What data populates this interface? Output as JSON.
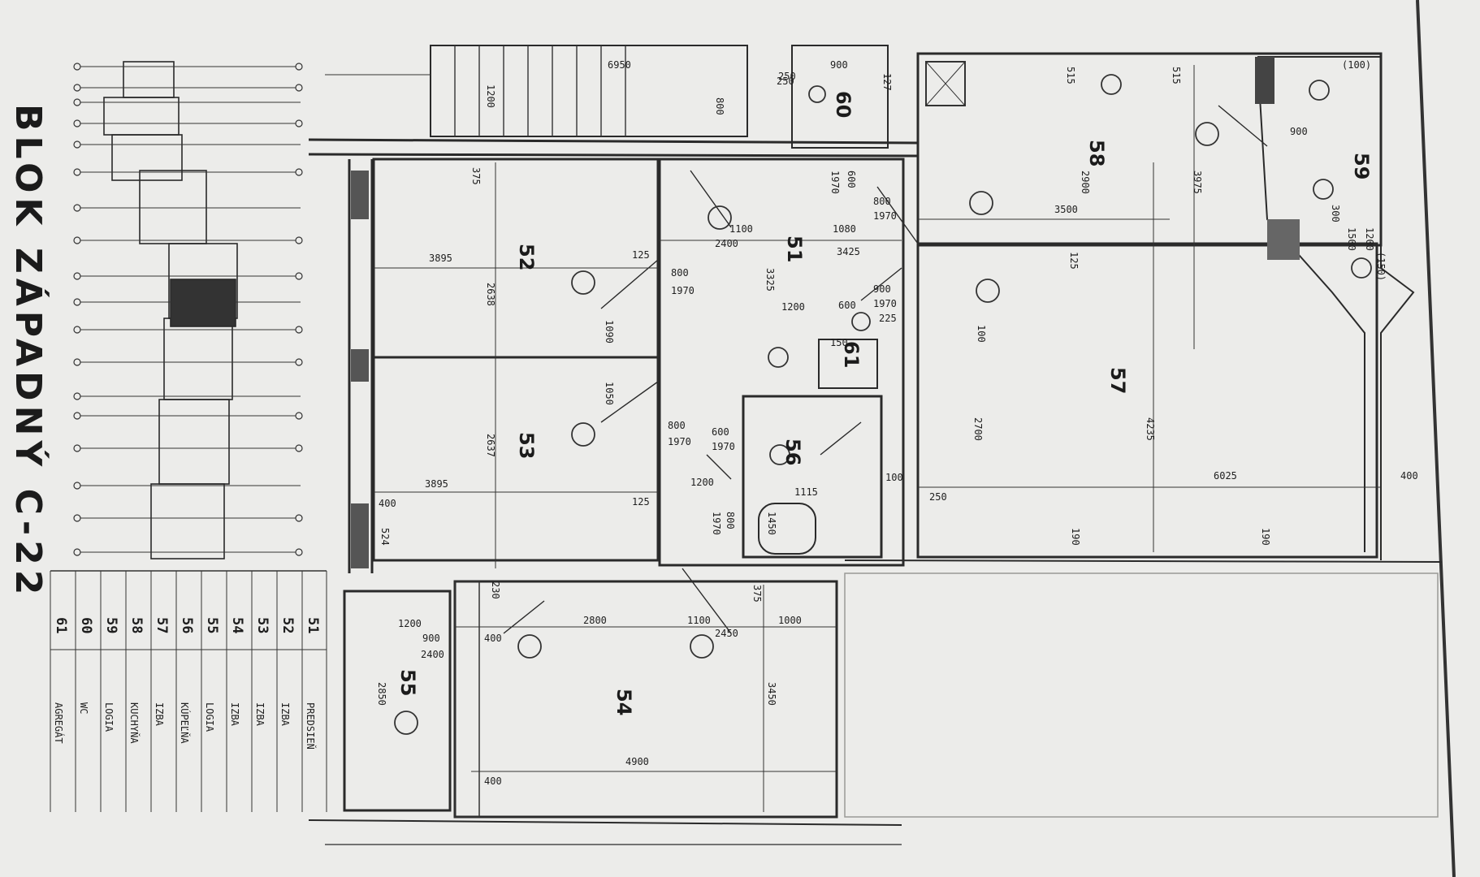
{
  "title": "BLOK ZÁPADNÝ  C-22",
  "legend": [
    {
      "no": "61",
      "name": "AGREGÁT"
    },
    {
      "no": "60",
      "name": "WC"
    },
    {
      "no": "59",
      "name": "LOGIA"
    },
    {
      "no": "58",
      "name": "KUCHYŇA"
    },
    {
      "no": "57",
      "name": "IZBA"
    },
    {
      "no": "56",
      "name": "KÚPEĽŇA"
    },
    {
      "no": "55",
      "name": "LOGIA"
    },
    {
      "no": "54",
      "name": "IZBA"
    },
    {
      "no": "53",
      "name": "IZBA"
    },
    {
      "no": "52",
      "name": "IZBA"
    },
    {
      "no": "51",
      "name": "PREDSIEŇ"
    }
  ],
  "rooms": {
    "r51": "51",
    "r52": "52",
    "r53": "53",
    "r54": "54",
    "r55": "55",
    "r56": "56",
    "r57": "57",
    "r58": "58",
    "r59": "59",
    "r60": "60",
    "r61": "61"
  },
  "dims": {
    "d6950": "6950",
    "d1200a": "1200",
    "d375a": "375",
    "d3895a": "3895",
    "d2638": "2638",
    "d3895b": "3895",
    "d2637": "2637",
    "d400a": "400",
    "d524": "524",
    "d800a": "800",
    "d1970a": "1970",
    "d1090": "1090",
    "d1050": "1050",
    "d125a": "125",
    "d1100a": "1100",
    "d2400": "2400",
    "d3325": "3325",
    "d1200b": "1200",
    "d600a": "600",
    "d800b": "800",
    "d1970b": "1970",
    "d600b": "600",
    "d1970c": "1970",
    "d1200c": "1200",
    "d1115": "1115",
    "d1450": "1450",
    "d1970d": "1970",
    "d800c": "800",
    "d1080": "1080",
    "d3425": "3425",
    "d800d": "800",
    "d1970e": "1970",
    "d900": "900",
    "d1970f": "1970",
    "d250a": "250",
    "d900b": "900",
    "d127": "127",
    "d600c": "600",
    "d1970g": "1970",
    "d515a": "515",
    "d515b": "515",
    "d2900a": "2900",
    "d3500": "3500",
    "d3975": "3975",
    "d125b": "125",
    "d4235": "4235",
    "d2700": "2700",
    "d6025": "6025",
    "d250b": "250",
    "d400b": "400",
    "d190a": "190",
    "d190b": "190",
    "d100": "100",
    "d900c": "900",
    "d300": "300",
    "d1500": "1500",
    "d1200d": "1200",
    "d150": "(150)",
    "d200": "(100)",
    "d2800": "2800",
    "d1100b": "1100",
    "d1000": "1000",
    "d3450": "3450",
    "d4900": "4900",
    "d400c": "400",
    "d1200e": "1200",
    "d900d": "900",
    "d2400b": "2400",
    "d2850": "2850",
    "d400d": "400",
    "d375b": "375",
    "d2450": "2450",
    "d250c": "250",
    "d230": "230",
    "d150b": "150",
    "d125c": "125",
    "d225": "225",
    "d100b": "100",
    "d800e": "800"
  }
}
